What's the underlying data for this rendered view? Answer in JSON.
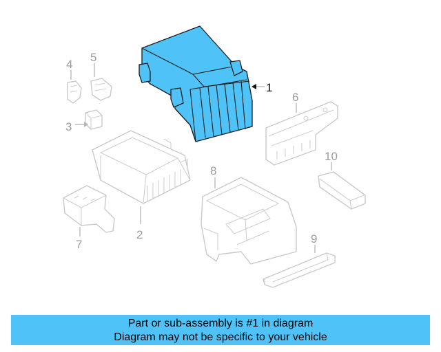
{
  "diagram": {
    "callouts": {
      "c1": "1",
      "c2": "2",
      "c3": "3",
      "c4": "4",
      "c5": "5",
      "c6": "6",
      "c7": "7",
      "c8": "8",
      "c9": "9",
      "c10": "10"
    },
    "highlighted_part": "1",
    "colors": {
      "highlight": "#4fc3f7",
      "part_outline": "#c9c9c9",
      "callout_text": "#9c9c9c"
    }
  },
  "footer": {
    "line1": "Part or sub-assembly is #1 in diagram",
    "line2": "Diagram may not be specific to your vehicle",
    "background": "#4fc3f7"
  }
}
